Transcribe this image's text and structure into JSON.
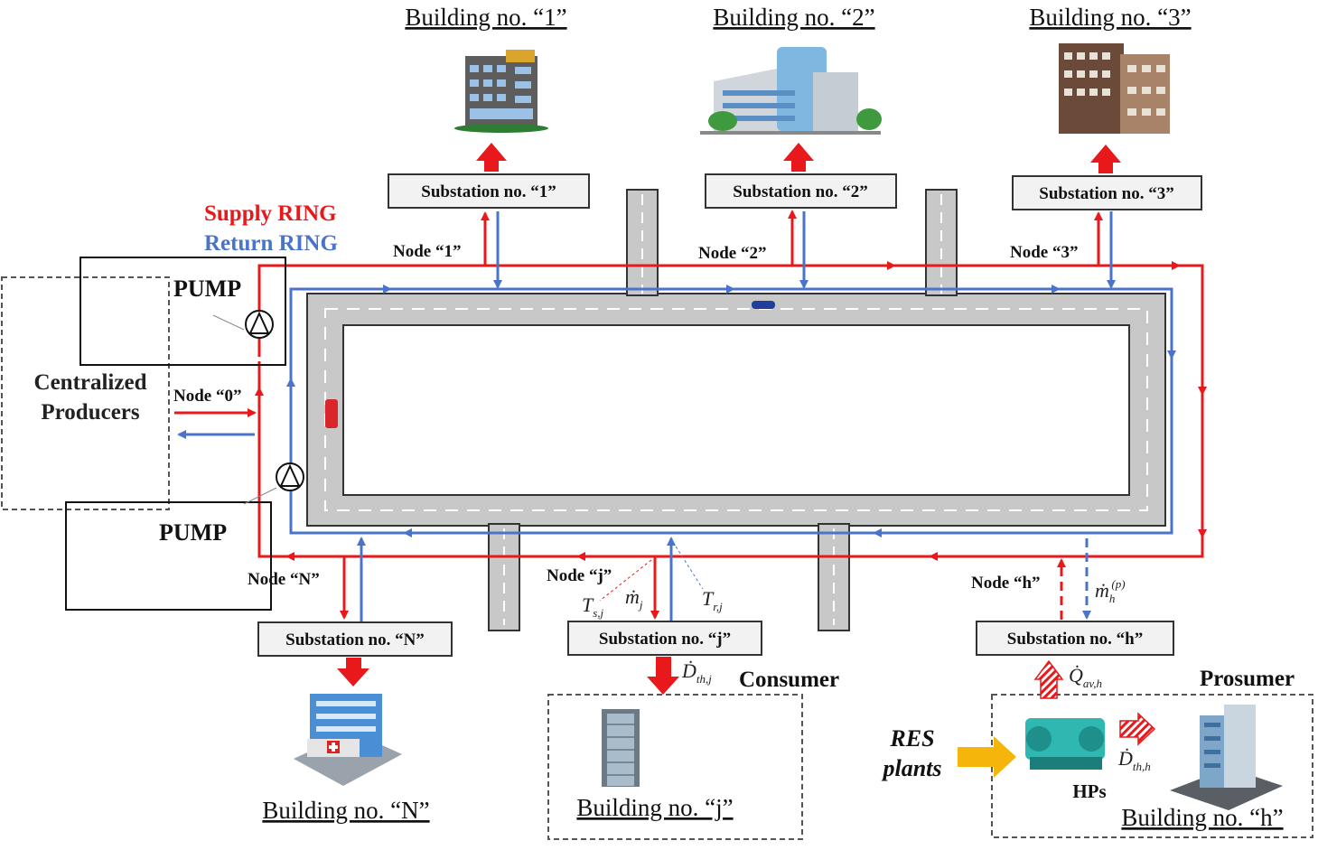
{
  "legend": {
    "supply": "Supply RING",
    "return": "Return RING"
  },
  "colors": {
    "supply": "#e8181b",
    "return": "#4a74c9",
    "road": "#c8c8c8",
    "road_edge": "#333333",
    "res_arrow": "#f5b50a"
  },
  "producers": {
    "label_line1": "Centralized",
    "label_line2": "Producers"
  },
  "pumps": {
    "top": "PUMP",
    "bottom": "PUMP"
  },
  "nodes": {
    "n0": "Node “0”",
    "n1": "Node “1”",
    "n2": "Node “2”",
    "n3": "Node “3”",
    "nN": "Node “N”",
    "nj": "Node “j”",
    "nh": "Node “h”"
  },
  "substations": {
    "s1": "Substation no. “1”",
    "s2": "Substation no. “2”",
    "s3": "Substation no. “3”",
    "sN": "Substation no. “N”",
    "sj": "Substation no. “j”",
    "sh": "Substation no. “h”"
  },
  "buildings": {
    "b1": "Building no. “1”",
    "b2": "Building no. “2”",
    "b3": "Building no. “3”",
    "bN": "Building no. “N”",
    "bj": "Building no. “j”",
    "bh": "Building no. “h”"
  },
  "roles": {
    "consumer": "Consumer",
    "prosumer": "Prosumer",
    "res_line1": "RES",
    "res_line2": "plants",
    "hps": "HPs"
  },
  "symbols": {
    "m_j": "ṁ",
    "m_j_sub": "j",
    "t_s": "T",
    "t_s_sub": "s,j",
    "t_r": "T",
    "t_r_sub": "r,j",
    "m_h": "ṁ",
    "m_h_sub": "h",
    "m_h_sup": "(p)",
    "d_j": "Ḋ",
    "d_j_sub": "th,j",
    "q_h": "Q̇",
    "q_h_sub": "av,h",
    "d_h": "Ḋ",
    "d_h_sub": "th,h"
  }
}
